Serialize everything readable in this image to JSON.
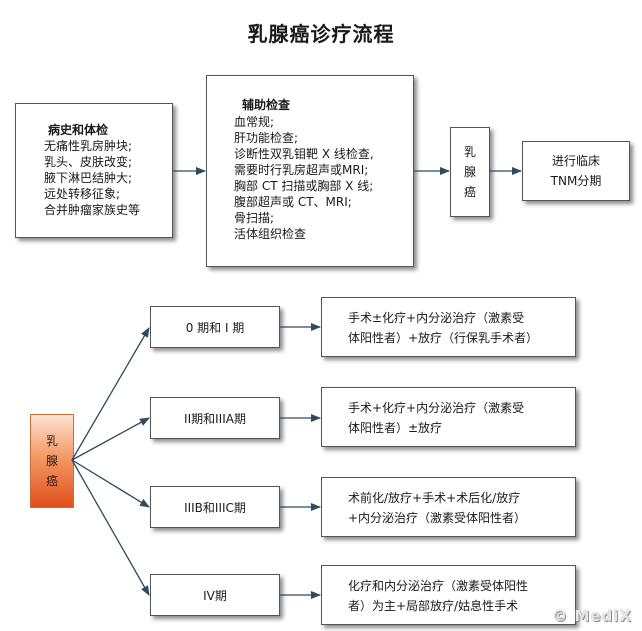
{
  "title": "乳腺癌诊疗流程",
  "history_box": {
    "title": "病史和体检",
    "lines": [
      "无痛性乳房肿块;",
      "乳头、皮肤改变;",
      "腋下淋巴结肿大;",
      "远处转移征象;",
      "合并肿瘤家族史等"
    ]
  },
  "exam_box": {
    "title": "辅助检查",
    "lines": [
      "血常规;",
      "肝功能检查;",
      "诊断性双乳钼靶  X 线检查,",
      "需要时行乳房超声或MRI;",
      "胸部  CT 扫描或胸部  X 线;",
      "腹部超声或  CT、MRI;",
      "骨扫描;",
      "活体组织检查"
    ]
  },
  "dx_box": {
    "chars": [
      "乳",
      "腺",
      "癌"
    ]
  },
  "tnm_box": {
    "lines": [
      "进行临床",
      "TNM分期"
    ]
  },
  "cancer_box": {
    "chars": [
      "乳",
      "腺",
      "癌"
    ]
  },
  "stages": [
    {
      "label": "0 期和 I 期",
      "treatment": [
        "手术±化疗+内分泌治疗（激素受",
        "体阳性者）+放疗（行保乳手术者）"
      ]
    },
    {
      "label": "II期和IIIA期",
      "treatment": [
        "手术+化疗+内分泌治疗（激素受",
        "体阳性者）±放疗"
      ]
    },
    {
      "label": "IIIB和IIIC期",
      "treatment": [
        "术前化/放疗+手术+术后化/放疗",
        "+内分泌治疗（激素受体阳性者）"
      ]
    },
    {
      "label": "IV期",
      "treatment": [
        "化疗和内分泌治疗（激素受体阳性",
        "者）为主+局部放疗/姑息性手术"
      ]
    }
  ],
  "watermark": "© MediX"
}
